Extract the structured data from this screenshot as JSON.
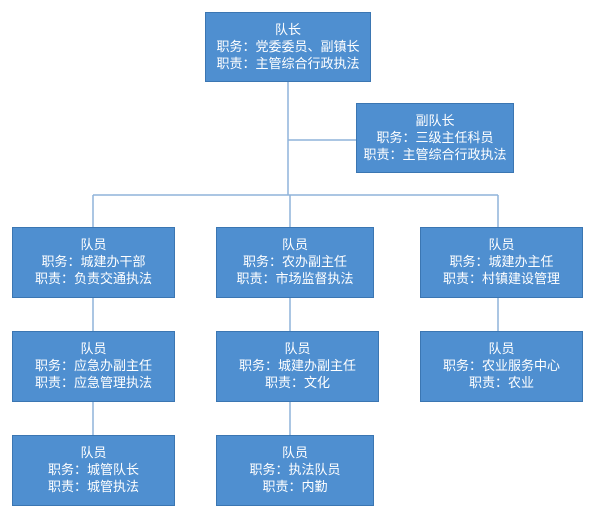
{
  "nodes": {
    "captain": {
      "title": "队长",
      "duty": "职务：党委委员、副镇长",
      "resp": "职责：主管综合行政执法"
    },
    "vice": {
      "title": "副队长",
      "duty": "职务：三级主任科员",
      "resp": "职责：主管综合行政执法"
    },
    "m1": {
      "title": "队员",
      "duty": "职务：城建办干部",
      "resp": "职责：负责交通执法"
    },
    "m2": {
      "title": "队员",
      "duty": "职务：农办副主任",
      "resp": "职责：市场监督执法"
    },
    "m3": {
      "title": "队员",
      "duty": "职务：城建办主任",
      "resp": "职责：村镇建设管理"
    },
    "m4": {
      "title": "队员",
      "duty": "职务：应急办副主任",
      "resp": "职责：应急管理执法"
    },
    "m5": {
      "title": "队员",
      "duty": "职务：城建办副主任",
      "resp": "职责：文化"
    },
    "m6": {
      "title": "队员",
      "duty": "职务：农业服务中心",
      "resp": "职责：农业"
    },
    "m7": {
      "title": "队员",
      "duty": "职务：城管队长",
      "resp": "职责：城管执法"
    },
    "m8": {
      "title": "队员",
      "duty": "职务：执法队员",
      "resp": "职责：内勤"
    }
  },
  "colors": {
    "box": "#4f8fd0",
    "border": "#3b76b2",
    "line": "#8fb3da"
  }
}
